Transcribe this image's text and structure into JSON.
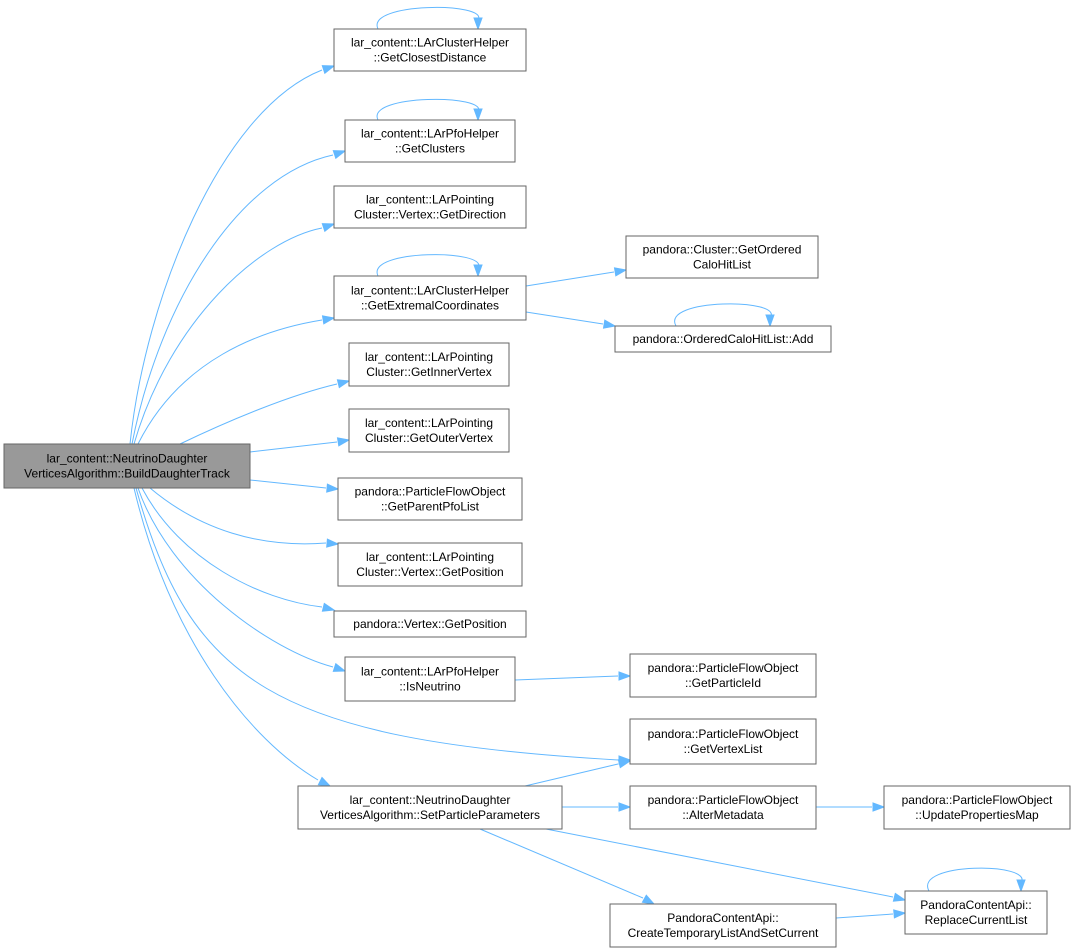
{
  "graph": {
    "edge_color": "#63b8ff",
    "root_fill": "#999999",
    "node_fill": "#ffffff",
    "node_stroke": "#666666",
    "nodes": [
      {
        "id": "root",
        "lines": [
          "lar_content::NeutrinoDaughter",
          "VerticesAlgorithm::BuildDaughterTrack"
        ],
        "root": true
      },
      {
        "id": "n1",
        "lines": [
          "lar_content::LArClusterHelper",
          "::GetClosestDistance"
        ]
      },
      {
        "id": "n2",
        "lines": [
          "lar_content::LArPfoHelper",
          "::GetClusters"
        ]
      },
      {
        "id": "n3",
        "lines": [
          "lar_content::LArPointing",
          "Cluster::Vertex::GetDirection"
        ]
      },
      {
        "id": "n4",
        "lines": [
          "lar_content::LArClusterHelper",
          "::GetExtremalCoordinates"
        ]
      },
      {
        "id": "n5",
        "lines": [
          "pandora::Cluster::GetOrdered",
          "CaloHitList"
        ]
      },
      {
        "id": "n6",
        "lines": [
          "pandora::OrderedCaloHitList::Add"
        ]
      },
      {
        "id": "n7",
        "lines": [
          "lar_content::LArPointing",
          "Cluster::GetInnerVertex"
        ]
      },
      {
        "id": "n8",
        "lines": [
          "lar_content::LArPointing",
          "Cluster::GetOuterVertex"
        ]
      },
      {
        "id": "n9",
        "lines": [
          "pandora::ParticleFlowObject",
          "::GetParentPfoList"
        ]
      },
      {
        "id": "n10",
        "lines": [
          "lar_content::LArPointing",
          "Cluster::Vertex::GetPosition"
        ]
      },
      {
        "id": "n11",
        "lines": [
          "pandora::Vertex::GetPosition"
        ]
      },
      {
        "id": "n12",
        "lines": [
          "lar_content::LArPfoHelper",
          "::IsNeutrino"
        ]
      },
      {
        "id": "n13",
        "lines": [
          "pandora::ParticleFlowObject",
          "::GetParticleId"
        ]
      },
      {
        "id": "n14",
        "lines": [
          "pandora::ParticleFlowObject",
          "::GetVertexList"
        ]
      },
      {
        "id": "n15",
        "lines": [
          "lar_content::NeutrinoDaughter",
          "VerticesAlgorithm::SetParticleParameters"
        ]
      },
      {
        "id": "n16",
        "lines": [
          "pandora::ParticleFlowObject",
          "::AlterMetadata"
        ]
      },
      {
        "id": "n17",
        "lines": [
          "pandora::ParticleFlowObject",
          "::UpdatePropertiesMap"
        ]
      },
      {
        "id": "n18",
        "lines": [
          "PandoraContentApi::",
          "ReplaceCurrentList"
        ]
      },
      {
        "id": "n19",
        "lines": [
          "PandoraContentApi::",
          "CreateTemporaryListAndSetCurrent"
        ]
      }
    ],
    "edges": [
      {
        "from": "root",
        "to": "n1"
      },
      {
        "from": "n1",
        "to": "n1"
      },
      {
        "from": "root",
        "to": "n2"
      },
      {
        "from": "n2",
        "to": "n2"
      },
      {
        "from": "root",
        "to": "n3"
      },
      {
        "from": "root",
        "to": "n4"
      },
      {
        "from": "n4",
        "to": "n4"
      },
      {
        "from": "n4",
        "to": "n5"
      },
      {
        "from": "n4",
        "to": "n6"
      },
      {
        "from": "n6",
        "to": "n6"
      },
      {
        "from": "root",
        "to": "n7"
      },
      {
        "from": "root",
        "to": "n8"
      },
      {
        "from": "root",
        "to": "n9"
      },
      {
        "from": "root",
        "to": "n10"
      },
      {
        "from": "root",
        "to": "n11"
      },
      {
        "from": "root",
        "to": "n12"
      },
      {
        "from": "n12",
        "to": "n13"
      },
      {
        "from": "root",
        "to": "n14"
      },
      {
        "from": "root",
        "to": "n15"
      },
      {
        "from": "n15",
        "to": "n14"
      },
      {
        "from": "n15",
        "to": "n16"
      },
      {
        "from": "n16",
        "to": "n17"
      },
      {
        "from": "n15",
        "to": "n18"
      },
      {
        "from": "n15",
        "to": "n19"
      },
      {
        "from": "n19",
        "to": "n18"
      },
      {
        "from": "n18",
        "to": "n18"
      }
    ]
  }
}
